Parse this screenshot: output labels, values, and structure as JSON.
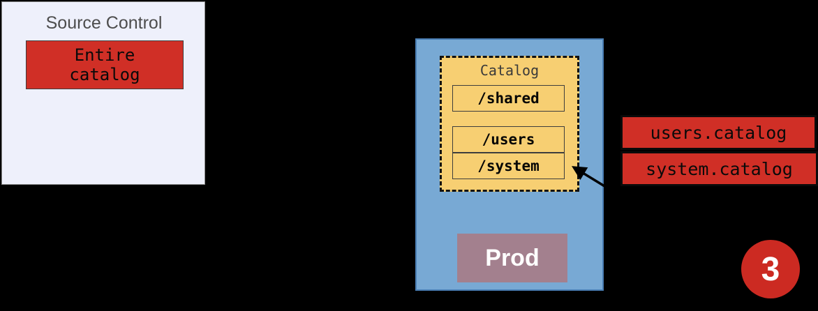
{
  "diagram": {
    "background_color": "#000000",
    "step_badge": {
      "number": "3",
      "color": "#cc2a22"
    },
    "source_control": {
      "title": "Source Control",
      "panel_color": "#eef0fb",
      "item": {
        "label": "Entire\ncatalog",
        "color": "#d02f26"
      }
    },
    "environment": {
      "panel_color": "#78a9d4",
      "catalog": {
        "title": "Catalog",
        "color": "#f7cf72",
        "items": [
          {
            "label": "/shared"
          },
          {
            "label": "/users"
          },
          {
            "label": "/system"
          }
        ]
      },
      "stage": {
        "label": "Prod",
        "color": "#a3808e"
      }
    },
    "catalog_files": [
      {
        "label": "users.catalog"
      },
      {
        "label": "system.catalog"
      }
    ],
    "arrow": {
      "name": "catalog-pointer-arrow",
      "color": "#000000"
    }
  }
}
